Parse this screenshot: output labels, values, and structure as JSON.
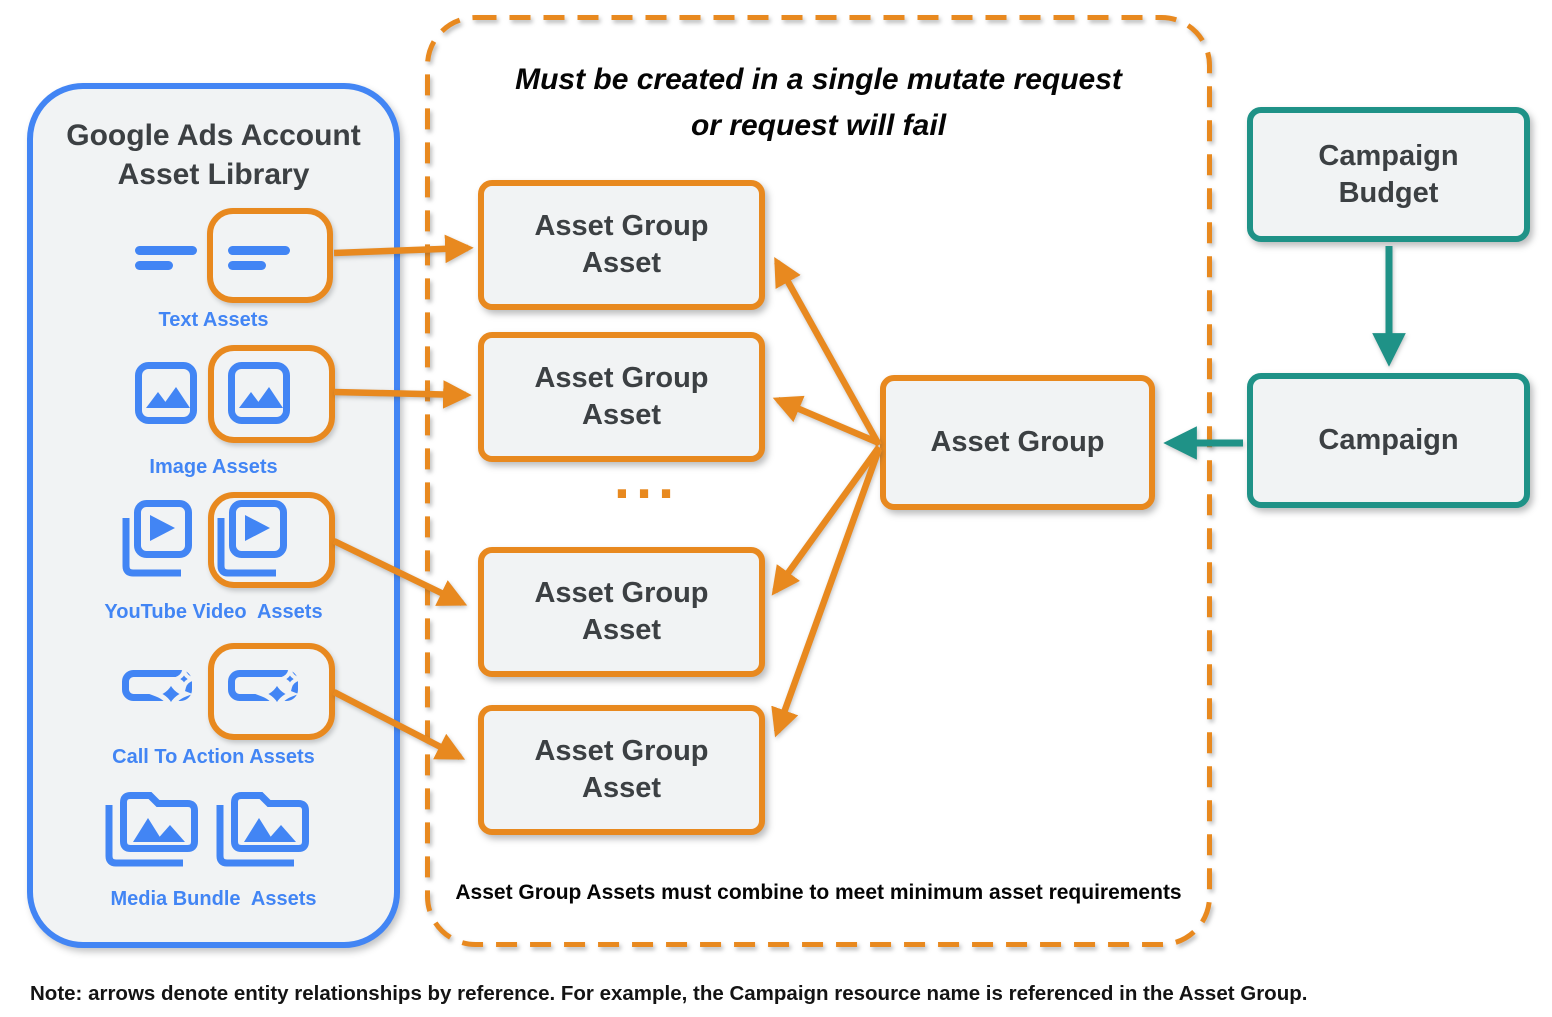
{
  "colors": {
    "blue": "#4285f4",
    "orange": "#e8891f",
    "teal": "#1f9287",
    "node_fill": "#f1f3f4",
    "node_text": "#3c4043"
  },
  "library": {
    "title_line1": "Google Ads Account",
    "title_line2": "Asset Library",
    "items": [
      {
        "id": "text-assets",
        "label": "Text Assets"
      },
      {
        "id": "image-assets",
        "label": "Image Assets"
      },
      {
        "id": "youtube-video-assets",
        "label": "YouTube Video  Assets"
      },
      {
        "id": "call-to-action-assets",
        "label": "Call To Action Assets"
      },
      {
        "id": "media-bundle-assets",
        "label": "Media Bundle  Assets"
      }
    ]
  },
  "mutate_container": {
    "title_line1": "Must be created in a single mutate request",
    "title_line2": "or request will fail",
    "boxes": [
      {
        "line1": "Asset Group",
        "line2": "Asset"
      },
      {
        "line1": "Asset Group",
        "line2": "Asset"
      },
      {
        "line1": "Asset Group",
        "line2": "Asset"
      },
      {
        "line1": "Asset Group",
        "line2": "Asset"
      }
    ],
    "ellipsis": "...",
    "footnote": "Asset Group Assets must combine to meet minimum asset requirements"
  },
  "asset_group": {
    "label": "Asset Group"
  },
  "campaign_budget": {
    "line1": "Campaign",
    "line2": "Budget"
  },
  "campaign": {
    "label": "Campaign"
  },
  "page_note": "Note: arrows denote entity relationships by reference. For example, the Campaign resource name is referenced in the Asset Group."
}
